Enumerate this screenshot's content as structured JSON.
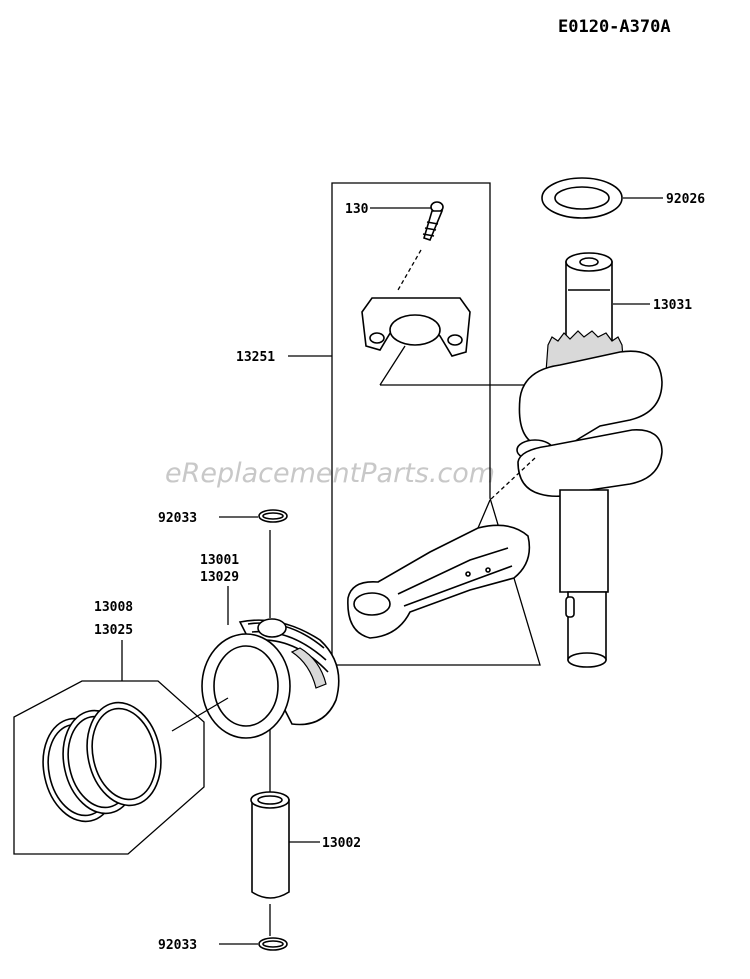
{
  "diagram_code": "E0120-A370A",
  "watermark": "eReplacementParts.com",
  "callouts": {
    "c92026": "92026",
    "c130": "130",
    "c13031": "13031",
    "c13251": "13251",
    "c92033_top": "92033",
    "c13001": "13001",
    "c13029": "13029",
    "c13008": "13008",
    "c13025": "13025",
    "c13002": "13002",
    "c92033_bottom": "92033"
  }
}
